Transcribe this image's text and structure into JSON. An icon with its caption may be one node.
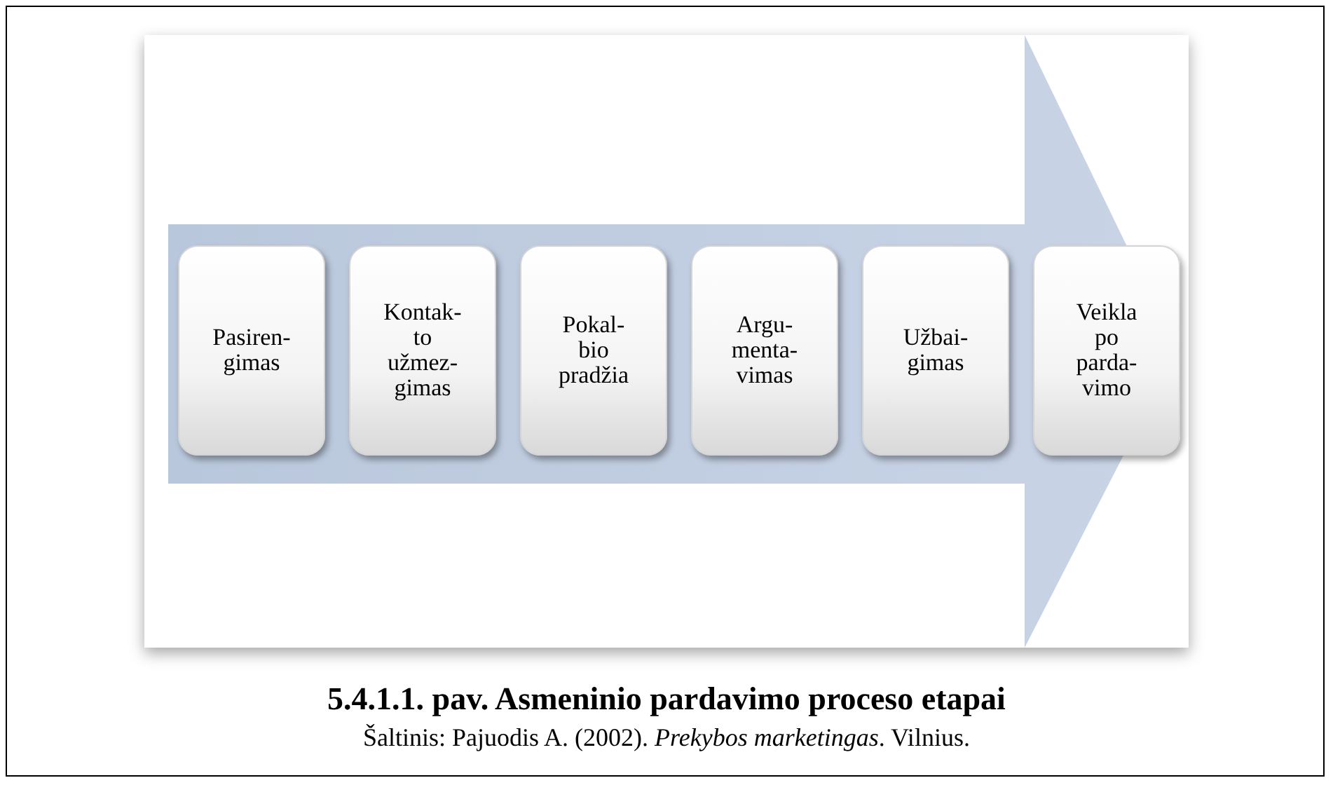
{
  "diagram": {
    "title": "5.4.1.1. pav. Asmeninio pardavimo proceso etapai",
    "caption": "Šaltinis: Pajuodis A. (2002). *Prekybos marketingas*. Vilnius.",
    "nodes": [
      {
        "text": [
          "Pasiren- gimas"
        ]
      },
      {
        "text": [
          "Kontak- to užmez- gimas"
        ]
      },
      {
        "text": [
          "Pokal- bio pradžia"
        ]
      },
      {
        "text": [
          "Argu- menta- vimas"
        ]
      },
      {
        "text": [
          "Užbai- gimas"
        ]
      },
      {
        "text": [
          "Veikla po parda- vimo"
        ]
      }
    ],
    "edges": [
      {
        "from": 0,
        "to": 5,
        "arrow": "to"
      }
    ]
  }
}
